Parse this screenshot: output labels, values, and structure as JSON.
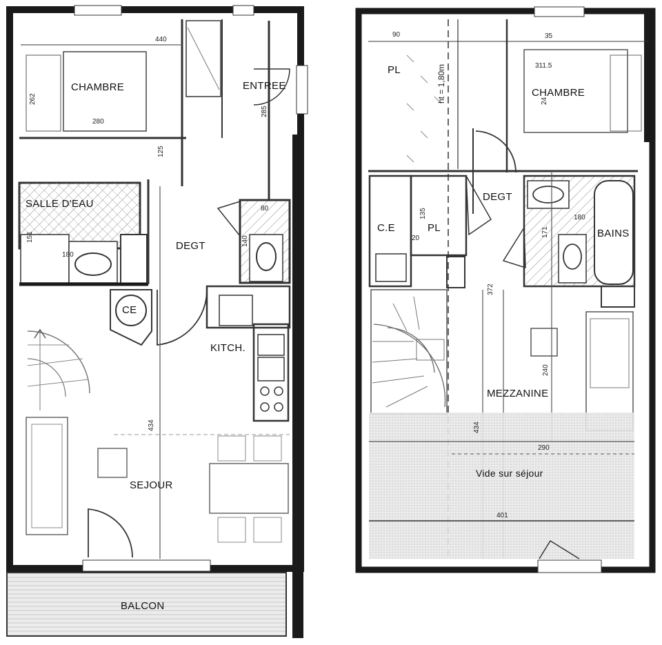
{
  "colors": {
    "wall": "#1a1a1a",
    "line": "#333333",
    "paper": "#ffffff",
    "hatch": "#9a9a9a",
    "tint": "#e6e6e6"
  },
  "left_plan": {
    "rooms": {
      "chambre": "CHAMBRE",
      "entree": "ENTREE",
      "salle_deau": "SALLE D'EAU",
      "degt": "DEGT",
      "ce": "CE",
      "kitch": "KITCH.",
      "sejour": "SEJOUR",
      "balcon": "BALCON"
    },
    "dims": {
      "d440": "440",
      "d262": "262",
      "d280": "280",
      "d285": "285",
      "d125": "125",
      "d80": "80",
      "d140": "140",
      "d151": "151",
      "d180": "180",
      "d434": "434"
    }
  },
  "right_plan": {
    "rooms": {
      "pl_top": "PL",
      "chambre": "CHAMBRE",
      "degt": "DEGT",
      "ce": "C.E",
      "pl_mid": "PL",
      "bains": "BAINS",
      "mezzanine": "MEZZANINE",
      "vide": "Vide sur séjour"
    },
    "dims": {
      "d90": "90",
      "d35": "35",
      "d3115": "311.5",
      "ht": "ht = 1,80m",
      "d24": "24",
      "d135": "135",
      "d20": "20",
      "d171": "171",
      "d180": "180",
      "d372": "372",
      "d240": "240",
      "d434": "434",
      "d290": "290",
      "d401": "401"
    }
  }
}
